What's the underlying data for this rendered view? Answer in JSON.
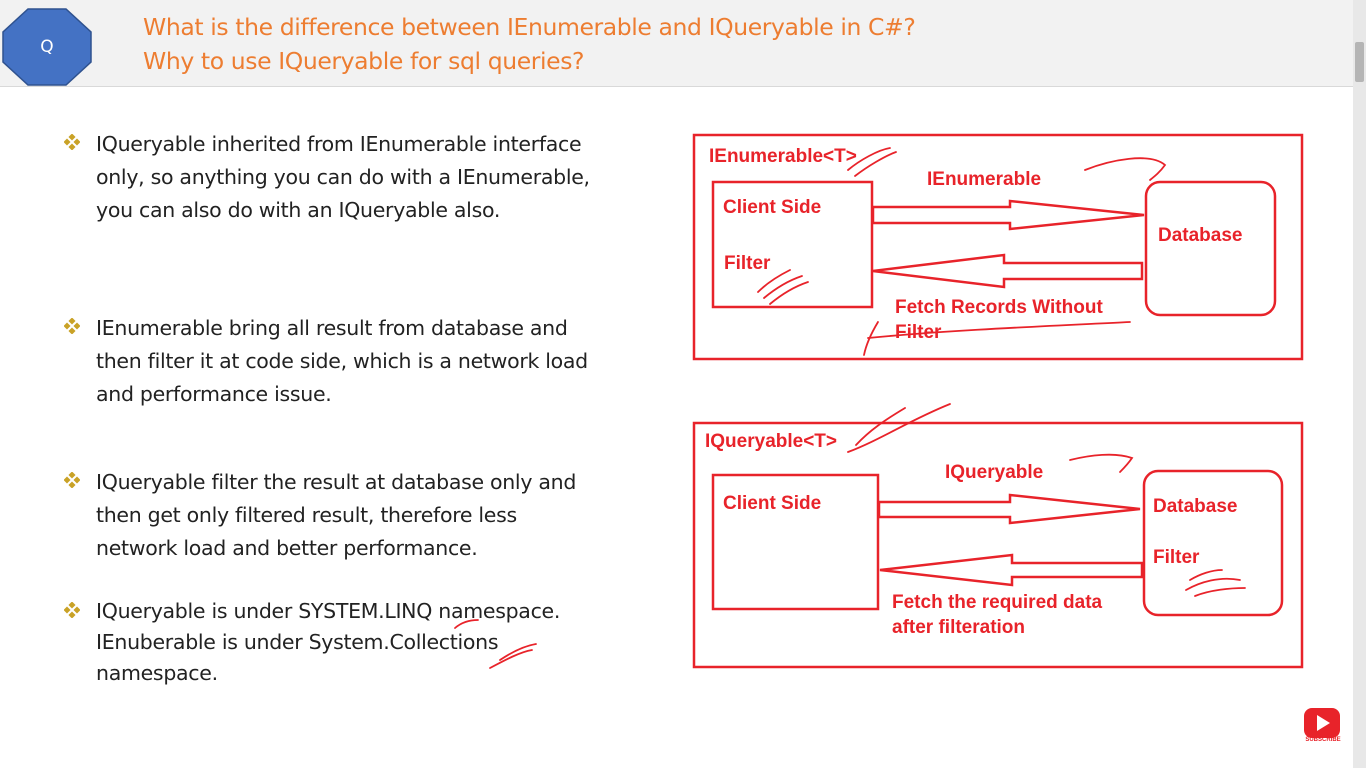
{
  "header": {
    "badge_letter": "Q",
    "title_line1": "What is the difference between IEnumerable and IQueryable in C#?",
    "title_line2": "Why to use IQueryable for sql queries?"
  },
  "bullets": [
    {
      "lines": [
        "IQueryable inherited from IEnumerable interface",
        "only, so anything you can do with a IEnumerable,",
        "you can also do with an IQueryable also."
      ]
    },
    {
      "lines": [
        "IEnumerable bring all result from database and",
        "then filter it at code side, which is a network load",
        "and performance issue."
      ]
    },
    {
      "lines": [
        "IQueryable filter the result at database only and",
        "then get only filtered result, therefore less",
        "network load and better performance."
      ]
    },
    {
      "lines": [
        "IQueryable is under SYSTEM.LINQ namespace.",
        "IEnuberable is under System.Collections",
        "namespace."
      ]
    }
  ],
  "diagram": {
    "top": {
      "title": "IEnumerable<T>",
      "client": "Client Side",
      "filter": "Filter",
      "arrow_label": "IEnumerable",
      "database": "Database",
      "return_label_1": "Fetch Records Without",
      "return_label_2": "Filter"
    },
    "bottom": {
      "title": "IQueryable<T>",
      "client": "Client Side",
      "arrow_label": "IQueryable",
      "database": "Database",
      "filter": "Filter",
      "return_label_1": "Fetch the required data",
      "return_label_2": "after filteration"
    }
  },
  "subscribe_label": "SUBSCRIBE",
  "colors": {
    "accent": "#ed7d31",
    "diagram_red": "#e8232a",
    "badge_blue": "#4472c4",
    "bullet_gold": "#c9a227"
  }
}
